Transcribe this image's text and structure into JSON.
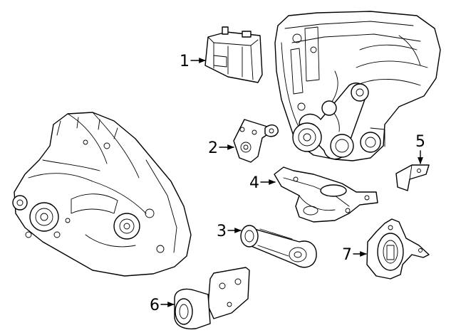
{
  "callouts": [
    {
      "id": "1"
    },
    {
      "id": "2"
    },
    {
      "id": "3"
    },
    {
      "id": "4"
    },
    {
      "id": "5"
    },
    {
      "id": "6"
    },
    {
      "id": "7"
    }
  ]
}
